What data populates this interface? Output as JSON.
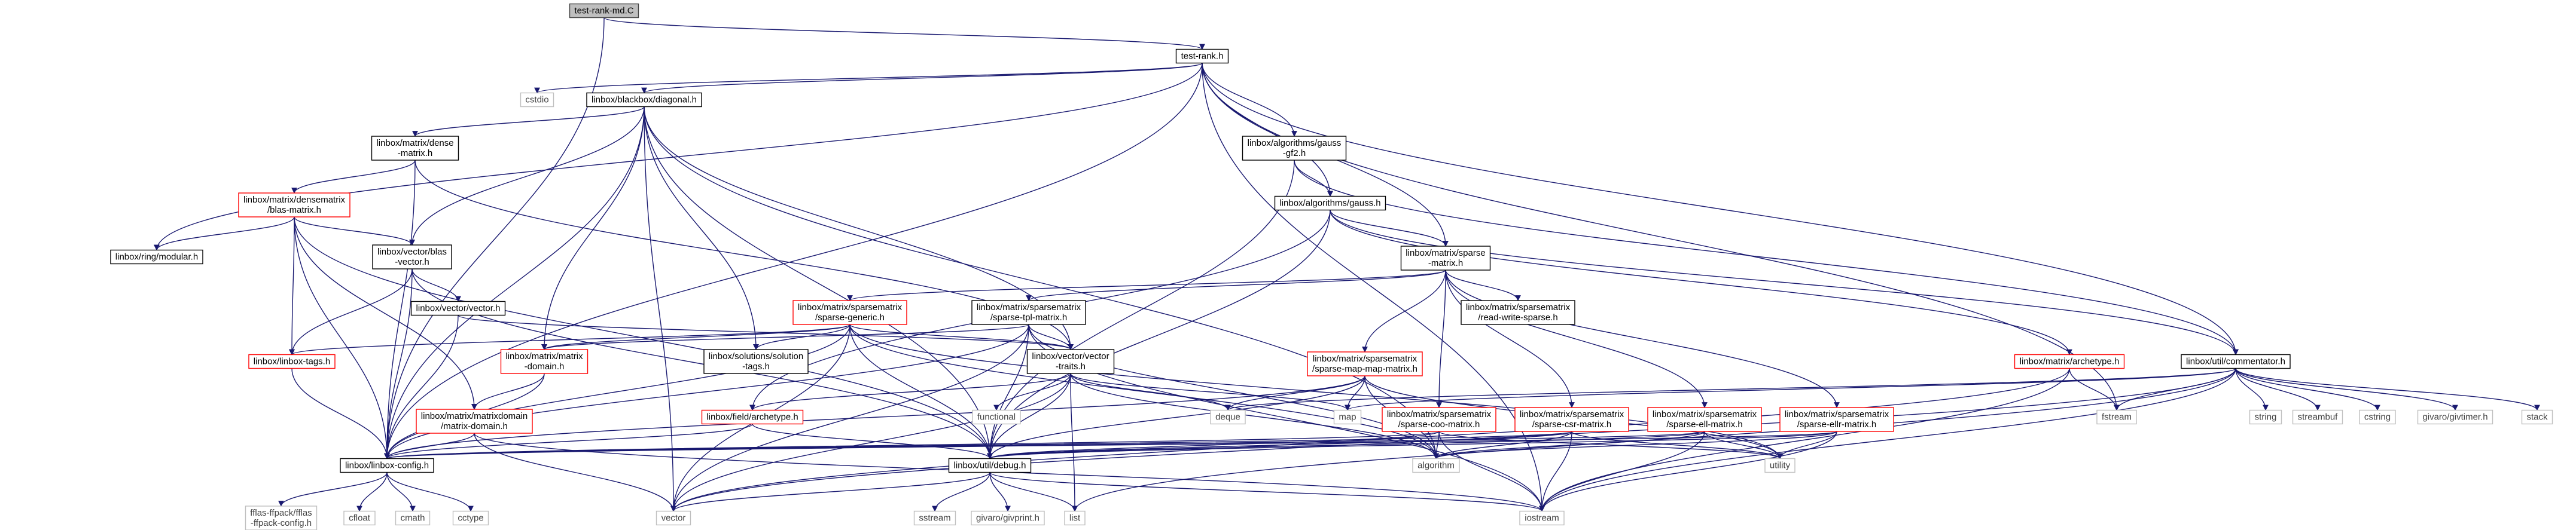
{
  "diagram": {
    "colors": {
      "edge": "#191970",
      "node_border_default": "#000000",
      "node_border_undocumented": "#ff0000",
      "node_border_system": "#bfbfbf",
      "root_fill": "#bfbfbf",
      "text_default": "#000000",
      "text_system": "#404040"
    },
    "nodes": [
      {
        "id": "root",
        "lines": [
          "test-rank-md.C"
        ],
        "kind": "root"
      },
      {
        "id": "testrank",
        "lines": [
          "test-rank.h"
        ],
        "kind": "normal"
      },
      {
        "id": "cstdio",
        "lines": [
          "cstdio"
        ],
        "kind": "system"
      },
      {
        "id": "diagonal",
        "lines": [
          "linbox/blackbox/diagonal.h"
        ],
        "kind": "normal"
      },
      {
        "id": "densematrix",
        "lines": [
          "linbox/matrix/dense",
          "-matrix.h"
        ],
        "kind": "normal"
      },
      {
        "id": "blasmatrix",
        "lines": [
          "linbox/matrix/densematrix",
          "/blas-matrix.h"
        ],
        "kind": "undoc"
      },
      {
        "id": "modular",
        "lines": [
          "linbox/ring/modular.h"
        ],
        "kind": "normal"
      },
      {
        "id": "vectorblas",
        "lines": [
          "linbox/vector/blas",
          "-vector.h"
        ],
        "kind": "normal"
      },
      {
        "id": "vectorh",
        "lines": [
          "linbox/vector/vector.h"
        ],
        "kind": "normal"
      },
      {
        "id": "tags",
        "lines": [
          "linbox/linbox-tags.h"
        ],
        "kind": "undoc"
      },
      {
        "id": "gaussgf2",
        "lines": [
          "linbox/algorithms/gauss",
          "-gf2.h"
        ],
        "kind": "normal"
      },
      {
        "id": "gauss",
        "lines": [
          "linbox/algorithms/gauss.h"
        ],
        "kind": "normal"
      },
      {
        "id": "sparse",
        "lines": [
          "linbox/matrix/sparse",
          "-matrix.h"
        ],
        "kind": "normal"
      },
      {
        "id": "sparsegeneric",
        "lines": [
          "linbox/matrix/sparsematrix",
          "/sparse-generic.h"
        ],
        "kind": "undoc"
      },
      {
        "id": "sparsetpl",
        "lines": [
          "linbox/matrix/sparsematrix",
          "/sparse-tpl-matrix.h"
        ],
        "kind": "normal"
      },
      {
        "id": "readwrite",
        "lines": [
          "linbox/matrix/sparsematrix",
          "/read-write-sparse.h"
        ],
        "kind": "normal"
      },
      {
        "id": "matrixdomain",
        "lines": [
          "linbox/matrix/matrix",
          "-domain.h"
        ],
        "kind": "undoc"
      },
      {
        "id": "solutiontags",
        "lines": [
          "linbox/solutions/solution",
          "-tags.h"
        ],
        "kind": "normal"
      },
      {
        "id": "vectortraits",
        "lines": [
          "linbox/vector/vector",
          "-traits.h"
        ],
        "kind": "normal"
      },
      {
        "id": "matrixdomain2",
        "lines": [
          "linbox/matrix/matrixdomain",
          "/matrix-domain.h"
        ],
        "kind": "undoc"
      },
      {
        "id": "fieldarchetype",
        "lines": [
          "linbox/field/archetype.h"
        ],
        "kind": "undoc"
      },
      {
        "id": "config",
        "lines": [
          "linbox/linbox-config.h"
        ],
        "kind": "normal"
      },
      {
        "id": "debug",
        "lines": [
          "linbox/util/debug.h"
        ],
        "kind": "normal"
      },
      {
        "id": "mapmap",
        "lines": [
          "linbox/matrix/sparsematrix",
          "/sparse-map-map-matrix.h"
        ],
        "kind": "undoc"
      },
      {
        "id": "coo",
        "lines": [
          "linbox/matrix/sparsematrix",
          "/sparse-coo-matrix.h"
        ],
        "kind": "undoc"
      },
      {
        "id": "csr",
        "lines": [
          "linbox/matrix/sparsematrix",
          "/sparse-csr-matrix.h"
        ],
        "kind": "undoc"
      },
      {
        "id": "ell",
        "lines": [
          "linbox/matrix/sparsematrix",
          "/sparse-ell-matrix.h"
        ],
        "kind": "undoc"
      },
      {
        "id": "ellr",
        "lines": [
          "linbox/matrix/sparsematrix",
          "/sparse-ellr-matrix.h"
        ],
        "kind": "undoc"
      },
      {
        "id": "matarchetype",
        "lines": [
          "linbox/matrix/archetype.h"
        ],
        "kind": "undoc"
      },
      {
        "id": "commentator",
        "lines": [
          "linbox/util/commentator.h"
        ],
        "kind": "normal"
      },
      {
        "id": "functional",
        "lines": [
          "functional"
        ],
        "kind": "system"
      },
      {
        "id": "deque",
        "lines": [
          "deque"
        ],
        "kind": "system"
      },
      {
        "id": "map",
        "lines": [
          "map"
        ],
        "kind": "system"
      },
      {
        "id": "algorithm",
        "lines": [
          "algorithm"
        ],
        "kind": "system"
      },
      {
        "id": "utility",
        "lines": [
          "utility"
        ],
        "kind": "system"
      },
      {
        "id": "fstream",
        "lines": [
          "fstream"
        ],
        "kind": "system"
      },
      {
        "id": "string",
        "lines": [
          "string"
        ],
        "kind": "system"
      },
      {
        "id": "streambuf",
        "lines": [
          "streambuf"
        ],
        "kind": "system"
      },
      {
        "id": "cstring",
        "lines": [
          "cstring"
        ],
        "kind": "system"
      },
      {
        "id": "givtimer",
        "lines": [
          "givaro/givtimer.h"
        ],
        "kind": "system"
      },
      {
        "id": "stack",
        "lines": [
          "stack"
        ],
        "kind": "system"
      },
      {
        "id": "ffpack",
        "lines": [
          "fflas-ffpack/fflas",
          "-ffpack-config.h"
        ],
        "kind": "system"
      },
      {
        "id": "cfloat",
        "lines": [
          "cfloat"
        ],
        "kind": "system"
      },
      {
        "id": "cmath",
        "lines": [
          "cmath"
        ],
        "kind": "system"
      },
      {
        "id": "cctype",
        "lines": [
          "cctype"
        ],
        "kind": "system"
      },
      {
        "id": "vector",
        "lines": [
          "vector"
        ],
        "kind": "system"
      },
      {
        "id": "sstream",
        "lines": [
          "sstream"
        ],
        "kind": "system"
      },
      {
        "id": "givprint",
        "lines": [
          "givaro/givprint.h"
        ],
        "kind": "system"
      },
      {
        "id": "list",
        "lines": [
          "list"
        ],
        "kind": "system"
      },
      {
        "id": "iostream",
        "lines": [
          "iostream"
        ],
        "kind": "system"
      }
    ],
    "edges": [
      [
        "root",
        "testrank"
      ],
      [
        "root",
        "config"
      ],
      [
        "testrank",
        "cstdio"
      ],
      [
        "testrank",
        "diagonal"
      ],
      [
        "testrank",
        "modular"
      ],
      [
        "testrank",
        "gaussgf2"
      ],
      [
        "testrank",
        "gauss"
      ],
      [
        "testrank",
        "sparse"
      ],
      [
        "testrank",
        "commentator"
      ],
      [
        "testrank",
        "fstream"
      ],
      [
        "testrank",
        "iostream"
      ],
      [
        "testrank",
        "config"
      ],
      [
        "diagonal",
        "densematrix"
      ],
      [
        "diagonal",
        "vectorblas"
      ],
      [
        "diagonal",
        "matrixdomain"
      ],
      [
        "diagonal",
        "solutiontags"
      ],
      [
        "diagonal",
        "vectortraits"
      ],
      [
        "diagonal",
        "config"
      ],
      [
        "diagonal",
        "debug"
      ],
      [
        "diagonal",
        "vector"
      ],
      [
        "diagonal",
        "algorithm"
      ],
      [
        "densematrix",
        "blasmatrix"
      ],
      [
        "densematrix",
        "vectortraits"
      ],
      [
        "densematrix",
        "config"
      ],
      [
        "blasmatrix",
        "modular"
      ],
      [
        "blasmatrix",
        "vectorblas"
      ],
      [
        "blasmatrix",
        "tags"
      ],
      [
        "blasmatrix",
        "matrixdomain2"
      ],
      [
        "blasmatrix",
        "config"
      ],
      [
        "blasmatrix",
        "debug"
      ],
      [
        "vectorblas",
        "vectorh"
      ],
      [
        "vectorblas",
        "tags"
      ],
      [
        "vectorblas",
        "config"
      ],
      [
        "vectorblas",
        "debug"
      ],
      [
        "vectorh",
        "vectortraits"
      ],
      [
        "vectorh",
        "config"
      ],
      [
        "tags",
        "config"
      ],
      [
        "gaussgf2",
        "gauss"
      ],
      [
        "gaussgf2",
        "commentator"
      ],
      [
        "gaussgf2",
        "debug"
      ],
      [
        "gauss",
        "sparse"
      ],
      [
        "gauss",
        "fieldarchetype"
      ],
      [
        "gauss",
        "commentator"
      ],
      [
        "gauss",
        "matarchetype"
      ],
      [
        "gauss",
        "debug"
      ],
      [
        "sparse",
        "sparsegeneric"
      ],
      [
        "sparse",
        "sparsetpl"
      ],
      [
        "sparse",
        "readwrite"
      ],
      [
        "sparse",
        "mapmap"
      ],
      [
        "sparse",
        "coo"
      ],
      [
        "sparse",
        "csr"
      ],
      [
        "sparse",
        "ell"
      ],
      [
        "sparse",
        "ellr"
      ],
      [
        "sparsegeneric",
        "tags"
      ],
      [
        "sparsegeneric",
        "matrixdomain"
      ],
      [
        "sparsegeneric",
        "solutiontags"
      ],
      [
        "sparsegeneric",
        "vectortraits"
      ],
      [
        "sparsegeneric",
        "config"
      ],
      [
        "sparsegeneric",
        "debug"
      ],
      [
        "sparsegeneric",
        "vector"
      ],
      [
        "sparsegeneric",
        "algorithm"
      ],
      [
        "sparsegeneric",
        "utility"
      ],
      [
        "sparsetpl",
        "matrixdomain"
      ],
      [
        "sparsetpl",
        "vectortraits"
      ],
      [
        "sparsetpl",
        "config"
      ],
      [
        "sparsetpl",
        "debug"
      ],
      [
        "sparsetpl",
        "vector"
      ],
      [
        "sparsetpl",
        "iostream"
      ],
      [
        "sparsetpl",
        "algorithm"
      ],
      [
        "matrixdomain",
        "matrixdomain2"
      ],
      [
        "matrixdomain",
        "config"
      ],
      [
        "matrixdomain2",
        "config"
      ],
      [
        "matrixdomain2",
        "vector"
      ],
      [
        "matrixdomain2",
        "iostream"
      ],
      [
        "vectortraits",
        "fieldarchetype"
      ],
      [
        "vectortraits",
        "functional"
      ],
      [
        "vectortraits",
        "deque"
      ],
      [
        "vectortraits",
        "map"
      ],
      [
        "vectortraits",
        "algorithm"
      ],
      [
        "vectortraits",
        "list"
      ],
      [
        "vectortraits",
        "vector"
      ],
      [
        "vectortraits",
        "debug"
      ],
      [
        "fieldarchetype",
        "debug"
      ],
      [
        "fieldarchetype",
        "config"
      ],
      [
        "config",
        "ffpack"
      ],
      [
        "config",
        "cfloat"
      ],
      [
        "config",
        "cmath"
      ],
      [
        "config",
        "cctype"
      ],
      [
        "debug",
        "sstream"
      ],
      [
        "debug",
        "givprint"
      ],
      [
        "debug",
        "list"
      ],
      [
        "debug",
        "iostream"
      ],
      [
        "debug",
        "vector"
      ],
      [
        "mapmap",
        "deque"
      ],
      [
        "mapmap",
        "map"
      ],
      [
        "mapmap",
        "debug"
      ],
      [
        "mapmap",
        "config"
      ],
      [
        "mapmap",
        "utility"
      ],
      [
        "mapmap",
        "algorithm"
      ],
      [
        "coo",
        "config"
      ],
      [
        "coo",
        "debug"
      ],
      [
        "coo",
        "algorithm"
      ],
      [
        "coo",
        "utility"
      ],
      [
        "coo",
        "iostream"
      ],
      [
        "csr",
        "config"
      ],
      [
        "csr",
        "debug"
      ],
      [
        "csr",
        "algorithm"
      ],
      [
        "csr",
        "utility"
      ],
      [
        "csr",
        "iostream"
      ],
      [
        "ell",
        "config"
      ],
      [
        "ell",
        "debug"
      ],
      [
        "ell",
        "algorithm"
      ],
      [
        "ell",
        "utility"
      ],
      [
        "ell",
        "iostream"
      ],
      [
        "ellr",
        "config"
      ],
      [
        "ellr",
        "debug"
      ],
      [
        "ellr",
        "algorithm"
      ],
      [
        "ellr",
        "utility"
      ],
      [
        "ellr",
        "iostream"
      ],
      [
        "matarchetype",
        "iostream"
      ],
      [
        "matarchetype",
        "fstream"
      ],
      [
        "matarchetype",
        "vector"
      ],
      [
        "commentator",
        "deque"
      ],
      [
        "commentator",
        "map"
      ],
      [
        "commentator",
        "fstream"
      ],
      [
        "commentator",
        "string"
      ],
      [
        "commentator",
        "streambuf"
      ],
      [
        "commentator",
        "cstring"
      ],
      [
        "commentator",
        "givtimer"
      ],
      [
        "commentator",
        "stack"
      ],
      [
        "commentator",
        "iostream"
      ],
      [
        "commentator",
        "list"
      ],
      [
        "commentator",
        "vector"
      ]
    ]
  }
}
